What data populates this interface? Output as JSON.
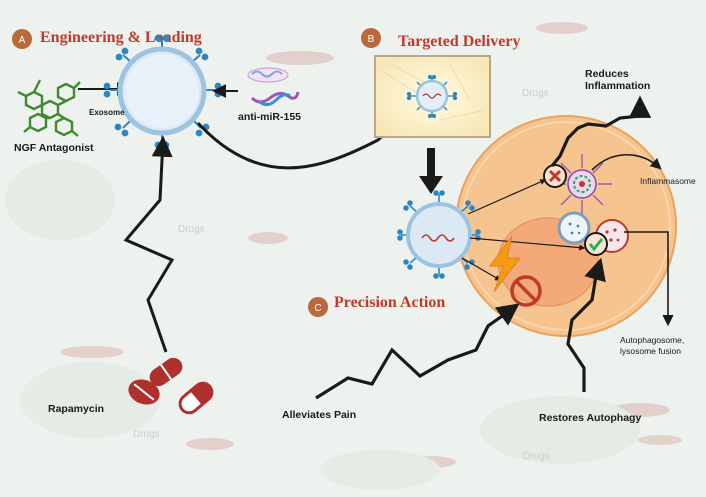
{
  "sections": {
    "a": {
      "badge": "A",
      "title": "Engineering & Loading"
    },
    "b": {
      "badge": "B",
      "title": "Targeted Delivery"
    },
    "c": {
      "badge": "C",
      "title": "Precision Action"
    }
  },
  "labels": {
    "ngf": "NGF Antagonist",
    "exosome": "Exosome",
    "antimir": "anti-miR-155",
    "rapamycin": "Rapamycin",
    "reduces_1": "Reduces",
    "reduces_2": "Inflammation",
    "inflammasome": "Inflammasome",
    "autophago_1": "Autophagosome,",
    "autophago_2": "lysosome fusion",
    "pain": "Alleviates Pain",
    "autophagy": "Restores Autophagy"
  },
  "watermarks": [
    "Drugs",
    "Drugs",
    "Drugs",
    "Drugs"
  ],
  "colors": {
    "background": "#eef2ee",
    "title_red": "#c0392b",
    "badge_fill": "#b86a3a",
    "cell_outer": "#f6c48f",
    "cell_inner": "#f3a978",
    "exosome_fill": "#dbe9f5",
    "exosome_edge": "#9cc3e0",
    "receptor_blue": "#2e86c1",
    "rapamycin_red": "#b03030"
  }
}
